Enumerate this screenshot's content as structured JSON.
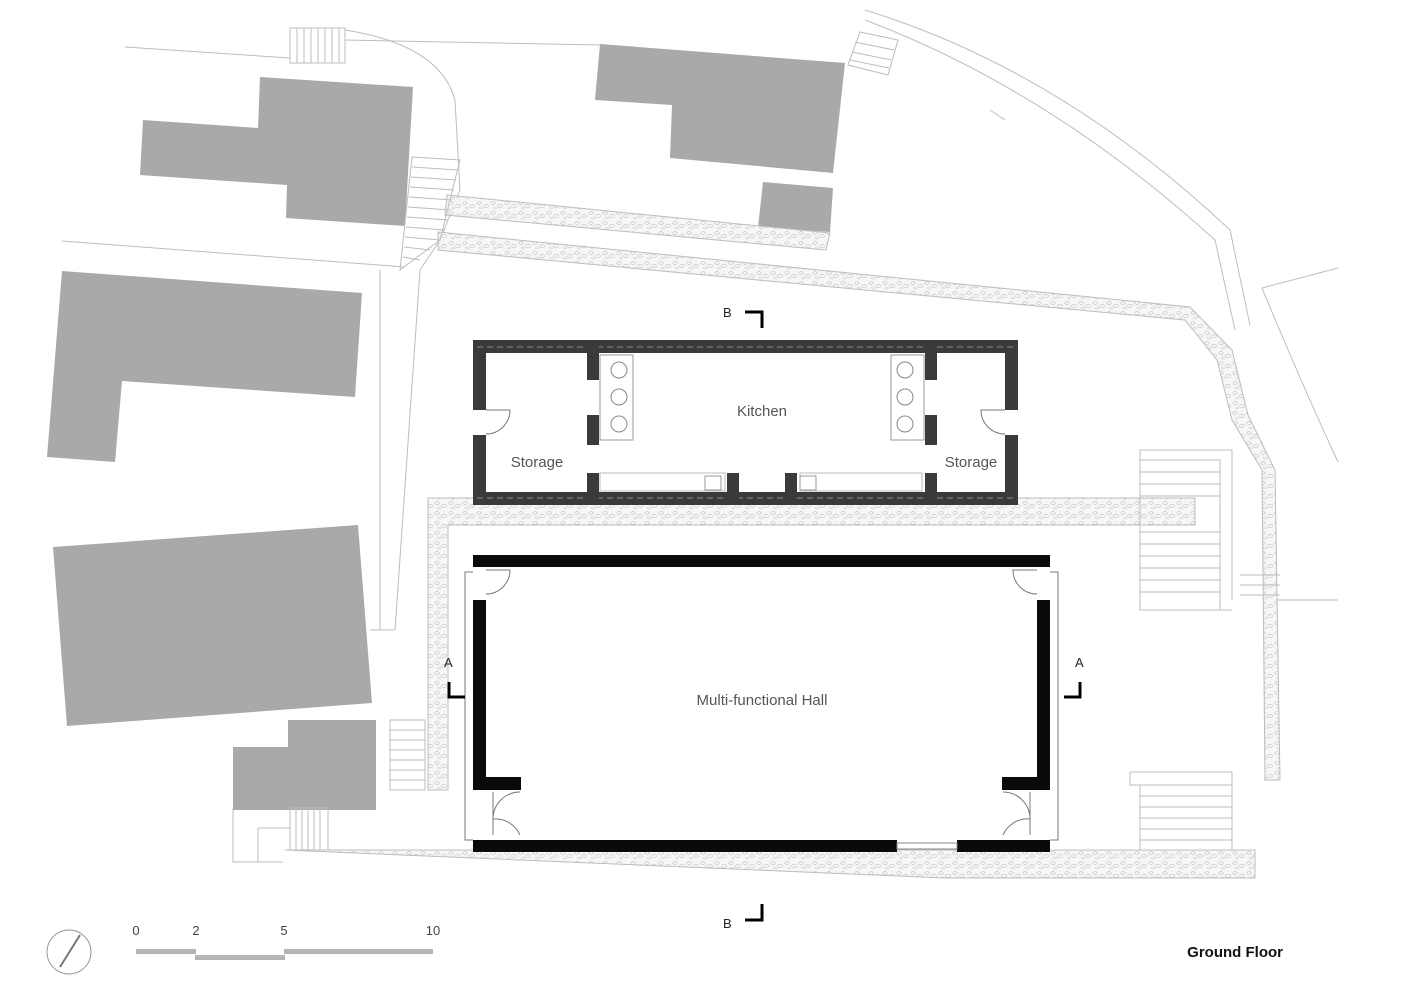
{
  "labels": {
    "kitchen": "Kitchen",
    "storage_left": "Storage",
    "storage_right": "Storage",
    "hall": "Multi-functional Hall",
    "section_a_left": "A",
    "section_a_right": "A",
    "section_b_top": "B",
    "section_b_bottom": "B",
    "title": "Ground Floor"
  },
  "scale_bar": {
    "ticks": [
      "0",
      "2",
      "5",
      "10"
    ]
  },
  "colors": {
    "building_fill": "#a9a9a9",
    "wall_dark": "#3a3a3a",
    "wall_black": "#0a0a0a",
    "line": "#bdbdbd"
  },
  "icons": {
    "north_arrow": "north-arrow-icon"
  }
}
